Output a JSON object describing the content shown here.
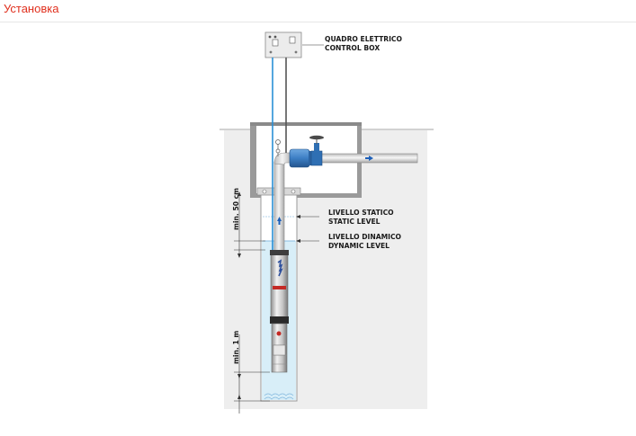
{
  "header": {
    "title": "Установка",
    "title_color": "#e0301e"
  },
  "diagram": {
    "control_box": {
      "line1": "QUADRO ELETTRICO",
      "line2": "CONTROL BOX"
    },
    "static_level": {
      "line1": "LIVELLO STATICO",
      "line2": "STATIC LEVEL"
    },
    "dynamic_level": {
      "line1": "LIVELLO DINAMICO",
      "line2": "DYNAMIC LEVEL"
    },
    "min_50cm": "min. 50 cm",
    "min_1m": "min. 1 m",
    "colors": {
      "water": "#d8eef8",
      "cable": "#2a8fd6",
      "valve": "#3c7ec4",
      "arrow": "#1d5fb8",
      "pipe": "#dcdcdc"
    }
  }
}
